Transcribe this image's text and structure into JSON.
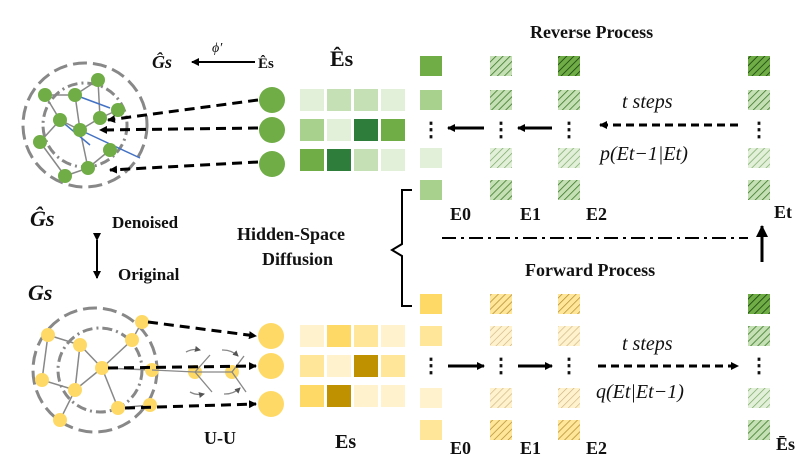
{
  "labels": {
    "reverse_process": "Reverse Process",
    "forward_process": "Forward Process",
    "hidden_space_line1": "Hidden-Space",
    "hidden_space_line2": "Diffusion",
    "denoised": "Denoised",
    "original": "Original",
    "uu": "U-U",
    "t_steps": "t steps",
    "phi_prime": "ϕ′",
    "g_hat_small": "Ĝs",
    "g_hat_big": "Ĝs",
    "g_orig": "Gs",
    "e_hat_small": "Ês",
    "e_hat_big": "Ês",
    "e_s": "Es",
    "e_bar_s": "Ēs",
    "reverse_eq": "p(Et−1|Et)",
    "forward_eq": "q(Et|Et−1)",
    "e0": "E0",
    "e1": "E1",
    "e2": "E2",
    "et": "Et"
  },
  "colors": {
    "green_node": "#70AD47",
    "yellow_node": "#FFD966",
    "green_dark": "#2E7D32",
    "yellow_dark": "#BF9000"
  },
  "matrices": {
    "green": [
      [
        "#e2f0d9",
        "#c5e0b4",
        "#c5e0b4",
        "#e2f0d9"
      ],
      [
        "#a9d18e",
        "#e2f0d9",
        "#2f7d3b",
        "#70ad47"
      ],
      [
        "#70ad47",
        "#2f7d3b",
        "#c5e0b4",
        "#e2f0d9"
      ]
    ],
    "yellow": [
      [
        "#fff2cc",
        "#ffd966",
        "#ffe699",
        "#fff2cc"
      ],
      [
        "#ffe699",
        "#fff2cc",
        "#bf9000",
        "#ffe699"
      ],
      [
        "#ffd966",
        "#bf9000",
        "#fff2cc",
        "#fff2cc"
      ]
    ]
  }
}
